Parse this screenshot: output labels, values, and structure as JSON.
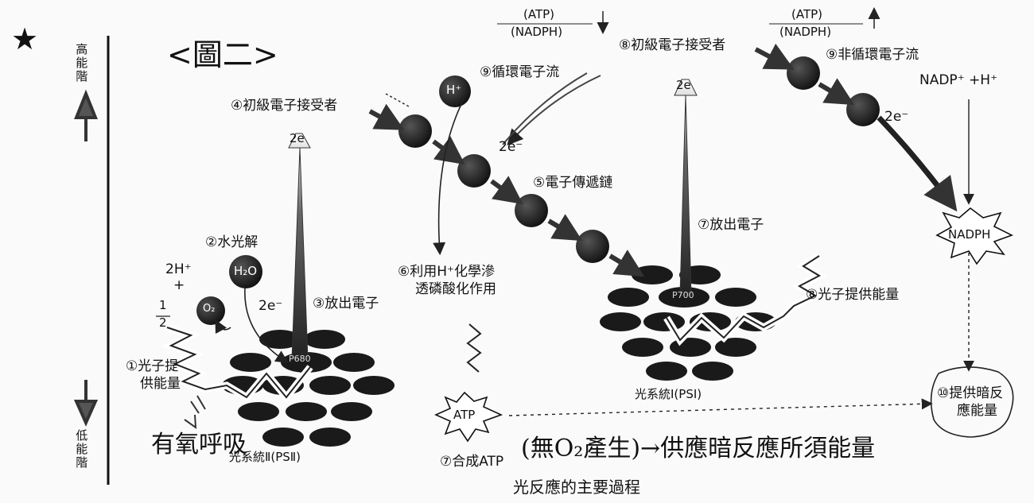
{
  "hand_notes": {
    "star": "★",
    "figure_label": "<圖二>",
    "note_left": "有氧呼吸",
    "note_bottom": "(無O₂產生)→供應暗反應所須能量"
  },
  "axis": {
    "high": "高能階",
    "low": "低能階"
  },
  "labels": {
    "n1": "①光子提",
    "n1b": "供能量",
    "n2": "②水光解",
    "n3": "③放出電子",
    "n4": "④初級電子接受者",
    "n5": "⑤電子傳遞鏈",
    "n6": "⑥利用H⁺化學滲",
    "n6b": "透磷酸化作用",
    "n7a": "⑦合成ATP",
    "n7b": "⑦放出電子",
    "n8": "⑧光子提供能量",
    "n8b": "⑧初級電子接受者",
    "n9a": "⑨循環電子流",
    "n9b": "⑨非循環電子流",
    "n10": "⑩提供暗反",
    "n10b": "應能量"
  },
  "chem": {
    "h2o": "H₂O",
    "o2": "O₂",
    "hplus": "H⁺",
    "two_h": "2H⁺",
    "plus": "+",
    "frac_num": "1",
    "frac_den": "2",
    "e2": "2e⁻",
    "e2_box": "2e",
    "nadp": "NADP⁺ +H⁺",
    "nadph": "NADPH",
    "atp": "ATP",
    "ratio_top": "(ATP)",
    "ratio_bottom": "(NADPH)"
  },
  "systems": {
    "ps2": "光系統Ⅱ(PSⅡ)",
    "ps1": "光系統Ⅰ(PSⅠ)",
    "p680": "P680",
    "p700": "P700"
  },
  "caption": "光反應的主要過程"
}
